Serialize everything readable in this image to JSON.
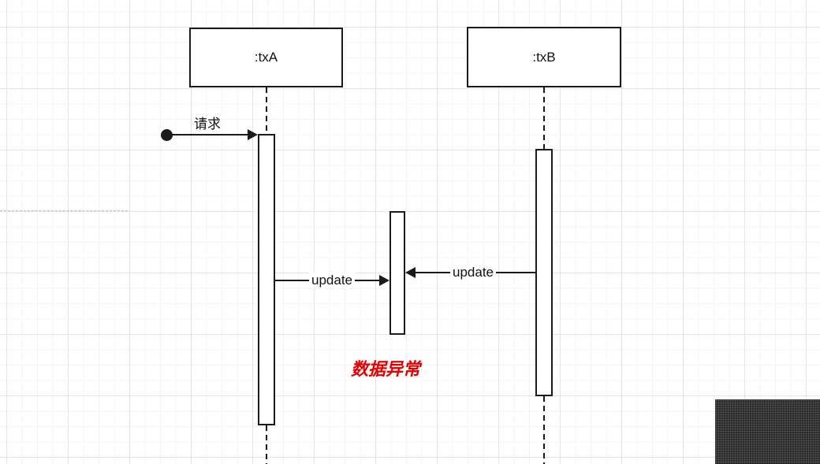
{
  "diagram": {
    "type": "sequence-diagram",
    "actors": [
      {
        "id": "txA",
        "label": ":txA"
      },
      {
        "id": "txB",
        "label": ":txB"
      }
    ],
    "messages": [
      {
        "label": "请求",
        "from": "start-dot",
        "to": "txA-activation",
        "direction": "right"
      },
      {
        "label": "update",
        "from": "txA-activation",
        "to": "shared-activation",
        "direction": "right"
      },
      {
        "label": "update",
        "from": "txB-activation",
        "to": "shared-activation",
        "direction": "left"
      }
    ],
    "note": {
      "text": "数据异常",
      "color": "#e60000"
    }
  },
  "canvas": {
    "background_color": "#ffffff",
    "grid_minor_color": "#f4f4f4",
    "grid_major_color": "#e4e4e4",
    "stroke_color": "#1a1a1a"
  },
  "overlay": {
    "corner_block_color": "#2b2b2b"
  }
}
